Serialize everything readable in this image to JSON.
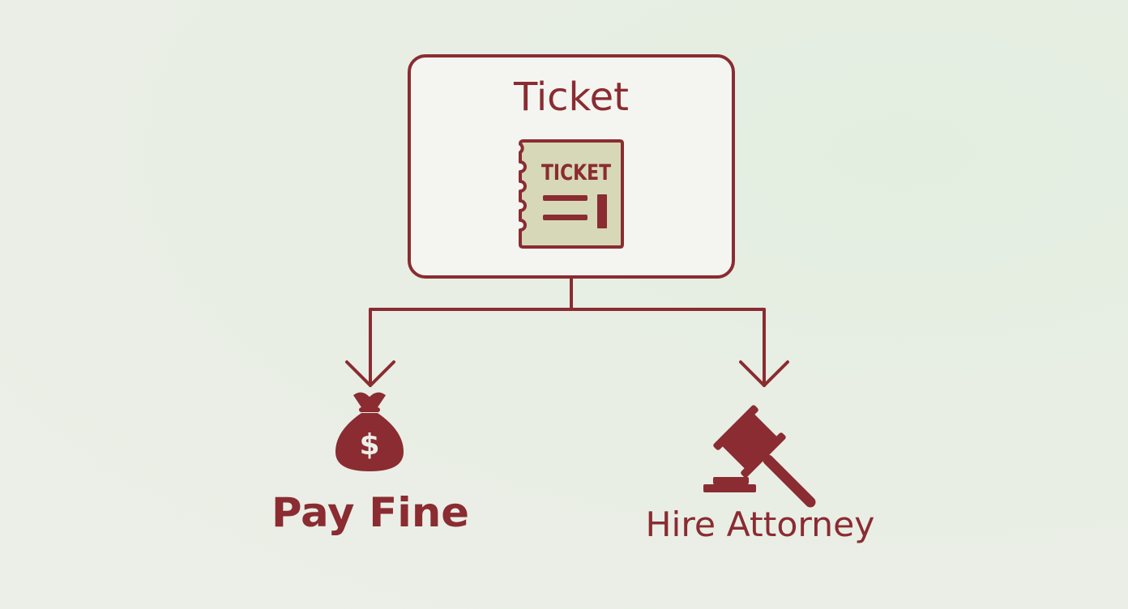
{
  "colors": {
    "accent": "#8a2c31",
    "ticket_paper": "#d6d8b7",
    "box_fill": "#f4f5f1"
  },
  "root": {
    "title": "Ticket",
    "icon": "ticket-icon",
    "icon_text": "TICKET"
  },
  "options": [
    {
      "label": "Pay Fine",
      "icon": "money-bag-icon",
      "icon_symbol": "$"
    },
    {
      "label": "Hire Attorney",
      "icon": "gavel-icon"
    }
  ]
}
